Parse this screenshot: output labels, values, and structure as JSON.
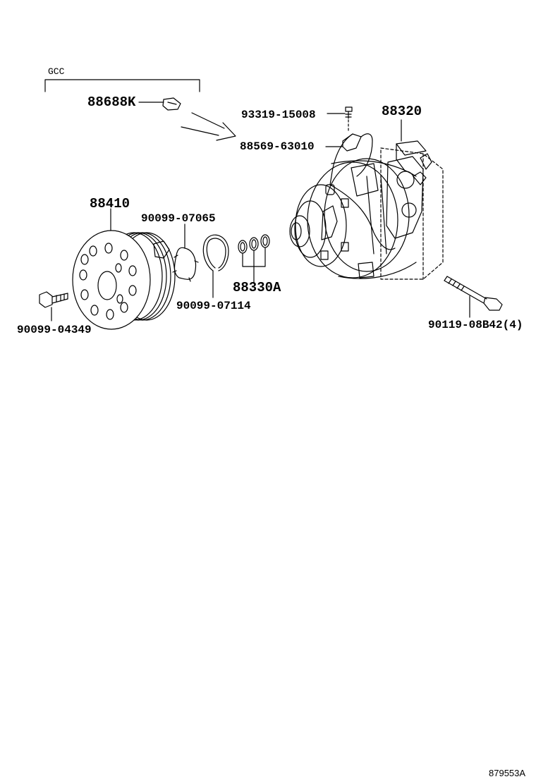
{
  "diagram": {
    "group_label": "GCC",
    "parts": {
      "p88688K": "88688K",
      "p93319": "93319-15008",
      "p88569": "88569-63010",
      "p88320": "88320",
      "p88410": "88410",
      "p90099_07065": "90099-07065",
      "p90099_07114": "90099-07114",
      "p88330A": "88330A",
      "p90099_04349": "90099-04349",
      "p90119": "90119-08B42(4)"
    },
    "figure_number": "879553A"
  },
  "colors": {
    "ink": "#000000",
    "paper": "#ffffff"
  }
}
